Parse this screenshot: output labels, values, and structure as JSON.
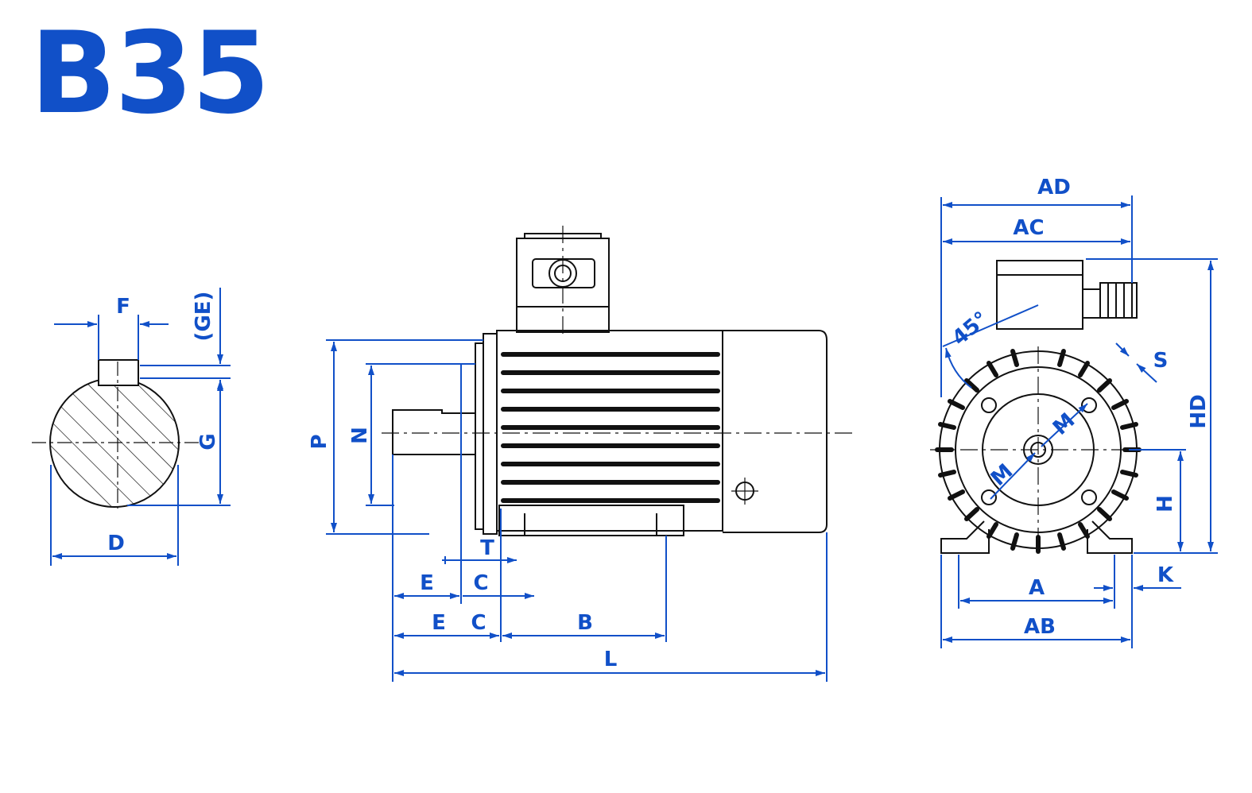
{
  "title": "B35",
  "colors": {
    "dimension": "#1150c8",
    "outline": "#111111"
  },
  "shaft_end_view": {
    "labels": {
      "f": "F",
      "ge": "(GE)",
      "g": "G",
      "d": "D"
    }
  },
  "side_view": {
    "labels": {
      "p": "P",
      "n": "N",
      "t": "T",
      "e_upper": "E",
      "c_upper": "C",
      "e_lower": "E",
      "c_lower": "C",
      "b": "B",
      "l": "L"
    }
  },
  "front_view": {
    "labels": {
      "ad": "AD",
      "ac": "AC",
      "angle": "45°",
      "s": "S",
      "hd": "HD",
      "m_upper": "M",
      "m_lower": "M",
      "h": "H",
      "a": "A",
      "k": "K",
      "ab": "AB"
    }
  }
}
